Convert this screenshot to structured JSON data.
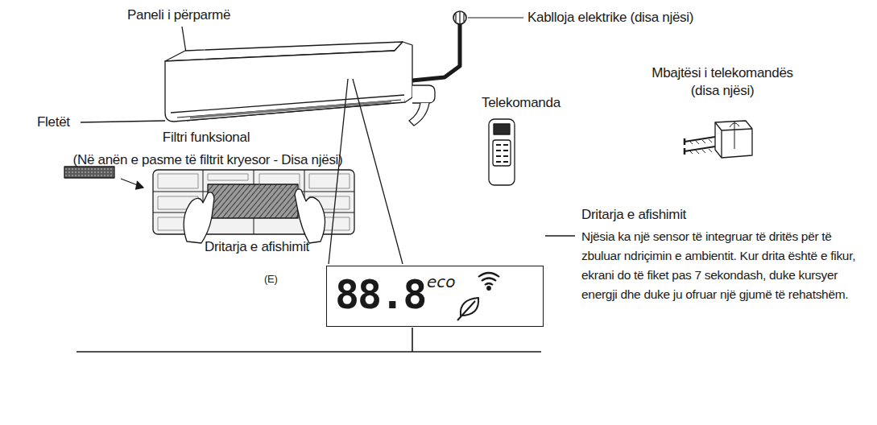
{
  "diagram": {
    "nodes": [
      {
        "text": [
          "88.8",
          "eco"
        ]
      }
    ],
    "labels": [
      "Paneli i përparmë",
      "Kablloja elektrike (disa njësi)",
      "Mbajtësi i telekomandës (disa njësi)",
      "Telekomanda",
      "Fletët",
      "Filtri funksional",
      "(Në anën e pasme të filtrit kryesor - Disa njësi)",
      "Dritarja e afishimit",
      "(E)",
      "Dritarja e afishimit",
      "Njësia ka një sensor të integruar të dritës për të zbuluar ndriçimin e ambientit. Kur drita është e fikur, ekrani do të fiket pas 7 sekondash, duke kursyer energji dhe duke ju ofruar një gjumë të rehatshëm."
    ]
  }
}
